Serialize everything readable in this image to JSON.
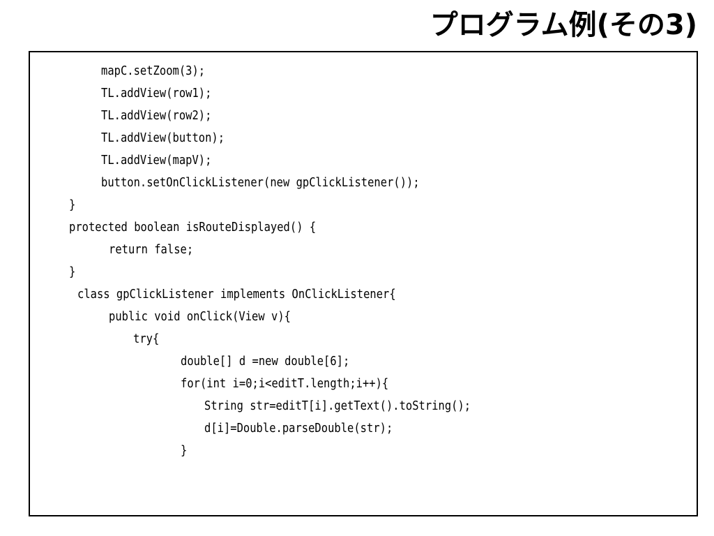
{
  "slide": {
    "title": "プログラム例(その3)"
  },
  "code": {
    "lines": [
      {
        "text": "mapC.setZoom(3);",
        "indent": 1
      },
      {
        "text": "TL.addView(row1);",
        "indent": 1
      },
      {
        "text": "TL.addView(row2);",
        "indent": 1
      },
      {
        "text": "TL.addView(button);",
        "indent": 1
      },
      {
        "text": "TL.addView(mapV);",
        "indent": 1
      },
      {
        "text": "button.setOnClickListener(new gpClickListener());",
        "indent": 1
      },
      {
        "text": "}",
        "indent": 0
      },
      {
        "text": "protected boolean isRouteDisplayed() {",
        "indent": 0
      },
      {
        "text": "return false;",
        "indent": 2
      },
      {
        "text": "}",
        "indent": 0
      },
      {
        "text": "class gpClickListener implements OnClickListener{",
        "indent": 3
      },
      {
        "text": "public void onClick(View v){",
        "indent": 2
      },
      {
        "text": "try{",
        "indent": 4
      },
      {
        "text": "double[] d =new double[6];",
        "indent": 5
      },
      {
        "text": "for(int i=0;i<editT.length;i++){",
        "indent": 5
      },
      {
        "text": "String str=editT[i].getText().toString();",
        "indent": 6
      },
      {
        "text": "d[i]=Double.parseDouble(str);",
        "indent": 6
      },
      {
        "text": "}",
        "indent": 5
      }
    ]
  }
}
